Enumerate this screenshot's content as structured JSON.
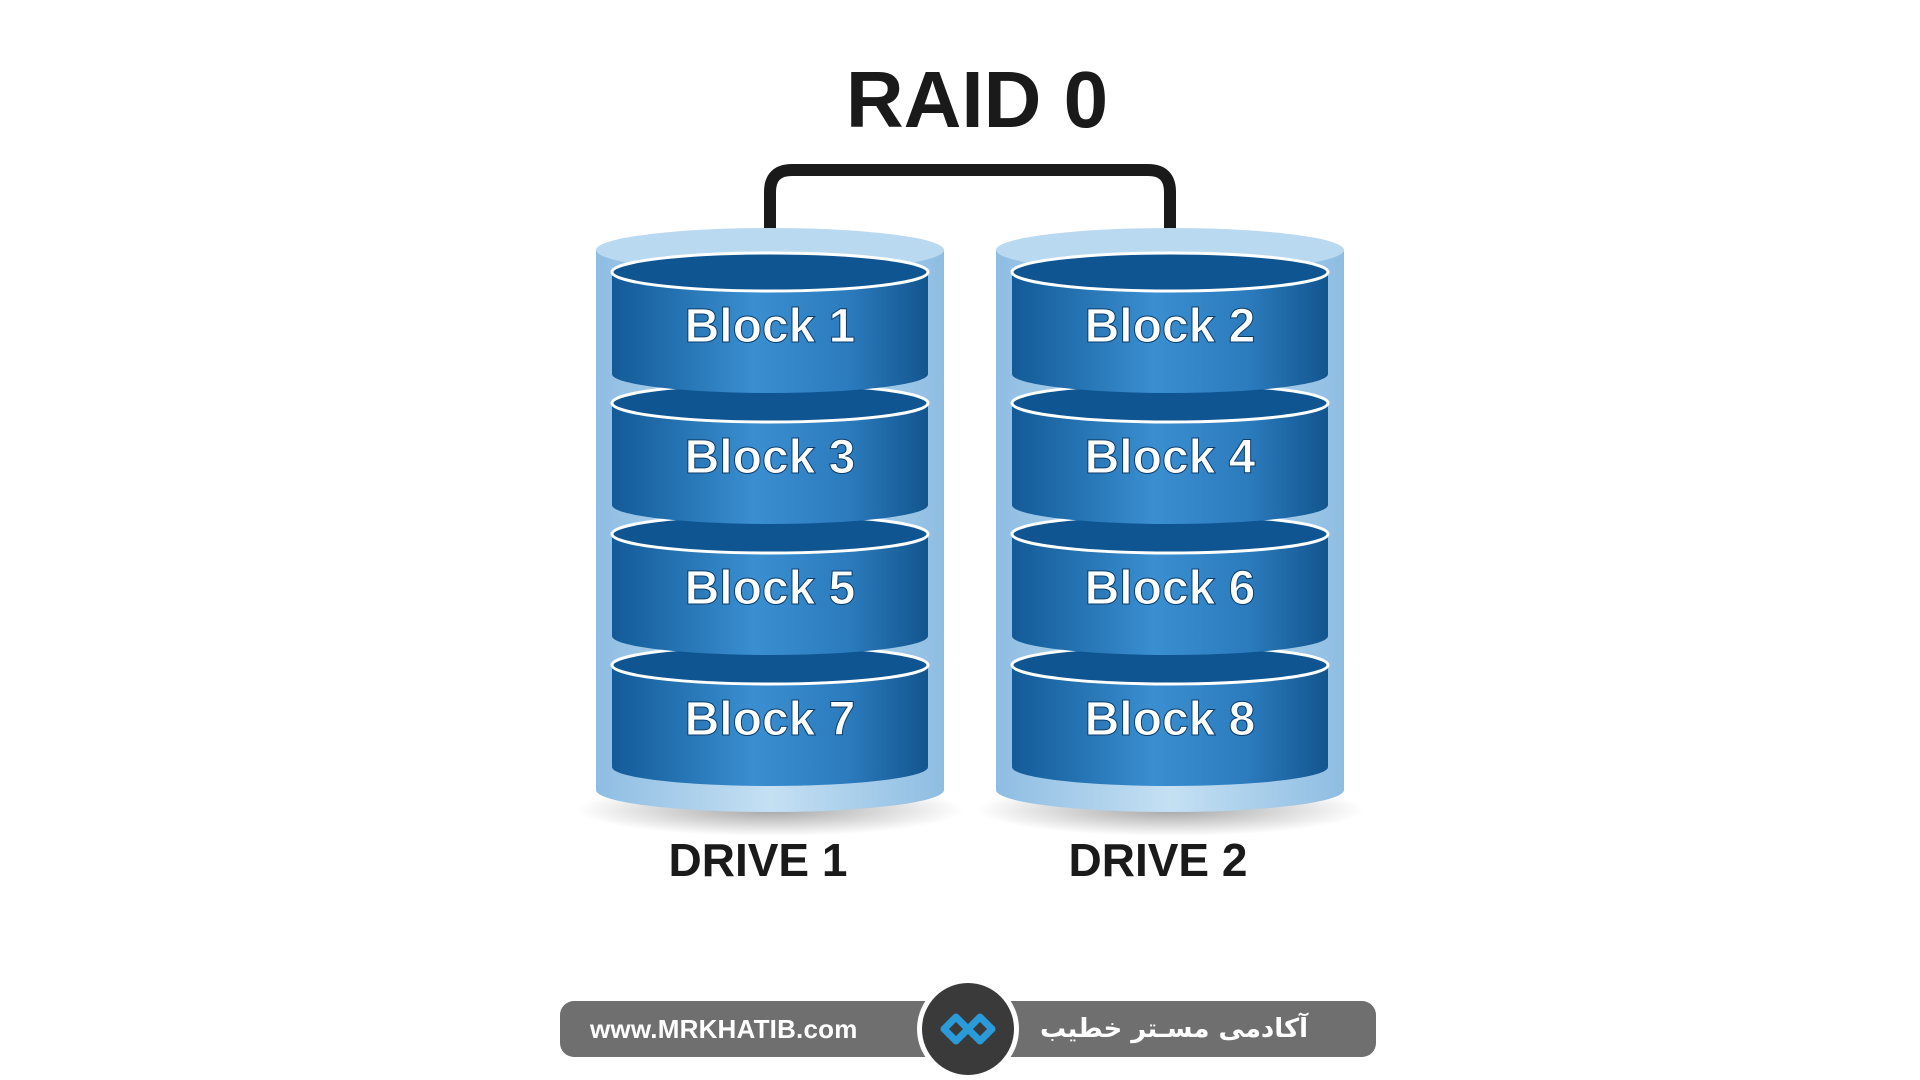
{
  "diagram": {
    "title": "RAID 0",
    "connector": "bracket-line",
    "drives": [
      {
        "label": "DRIVE 1",
        "blocks": [
          "Block 1",
          "Block 3",
          "Block 5",
          "Block 7"
        ]
      },
      {
        "label": "DRIVE 2",
        "blocks": [
          "Block 2",
          "Block 4",
          "Block 6",
          "Block 8"
        ]
      }
    ]
  },
  "footer": {
    "url": "www.MRKHATIB.com",
    "brand": "آکادمی مسـتر خطیب",
    "logo_icon": "infinity-logo-icon"
  },
  "colors": {
    "background": "#ffffff",
    "disk_blue": "#1f6fb2",
    "disk_dark": "#0f5592",
    "disk_shell": "#a7cdea",
    "text_dark": "#1a1a1a",
    "footer_bar": "#6f6f6f",
    "logo_circle": "#3a3a3a",
    "logo_accent": "#2a9ad8"
  }
}
